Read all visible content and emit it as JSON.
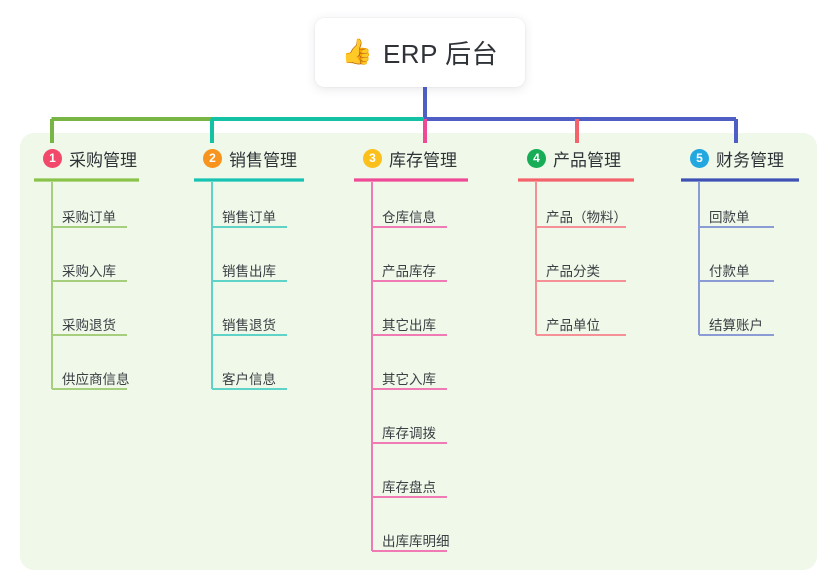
{
  "root": {
    "icon": "thumbs-up-icon",
    "icon_glyph": "👍",
    "title": "ERP 后台"
  },
  "palette": {
    "panel_bg": "#eff8e9",
    "page_bg": "#ffffff",
    "root_stem": "#4f5ec4",
    "bar_green": "#79b544",
    "bar_teal": "#13c2a3",
    "bar_blue": "#4f5ec4",
    "drop_green": "#79b544",
    "drop_teal": "#13c2a3",
    "drop_pink": "#ef4a95",
    "drop_red": "#f4636b",
    "drop_blue": "#4f5ec4"
  },
  "columns": [
    {
      "index": "1",
      "title": "采购管理",
      "badge_color": "#f2496b",
      "line_color": "#8bc34a",
      "leaf_line_color": "#a5cf7d",
      "items": [
        "采购订单",
        "采购入库",
        "采购退货",
        "供应商信息"
      ]
    },
    {
      "index": "2",
      "title": "销售管理",
      "badge_color": "#f7941e",
      "line_color": "#17c3b2",
      "leaf_line_color": "#5fd3c7",
      "items": [
        "销售订单",
        "销售出库",
        "销售退货",
        "客户信息"
      ]
    },
    {
      "index": "3",
      "title": "库存管理",
      "badge_color": "#fcc01c",
      "line_color": "#ef4a95",
      "leaf_line_color": "#f07ab3",
      "items": [
        "仓库信息",
        "产品库存",
        "其它出库",
        "其它入库",
        "库存调拨",
        "库存盘点",
        "出库库明细"
      ]
    },
    {
      "index": "4",
      "title": "产品管理",
      "badge_color": "#16ad56",
      "line_color": "#f4636b",
      "leaf_line_color": "#f69097",
      "items": [
        "产品（物料）",
        "产品分类",
        "产品单位"
      ]
    },
    {
      "index": "5",
      "title": "财务管理",
      "badge_color": "#23a7e0",
      "line_color": "#3f51b5",
      "leaf_line_color": "#8b9bd6",
      "items": [
        "回款单",
        "付款单",
        "结算账户"
      ]
    }
  ]
}
